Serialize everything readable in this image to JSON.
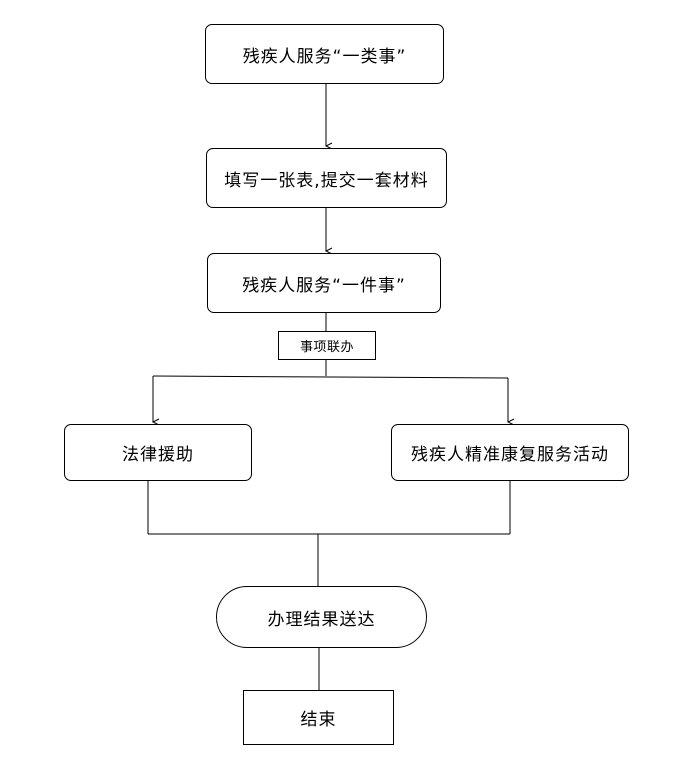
{
  "flowchart": {
    "nodes": {
      "category_service": "残疾人服务“一类事”",
      "submit_form": "填写一张表,提交一套材料",
      "single_service": "残疾人服务“一件事”",
      "joint_handling": "事项联办",
      "legal_aid": "法律援助",
      "rehab_service": "残疾人精准康复服务活动",
      "deliver_result": "办理结果送达",
      "end": "结束"
    },
    "colors": {
      "stroke": "#000000",
      "background": "#ffffff"
    }
  }
}
